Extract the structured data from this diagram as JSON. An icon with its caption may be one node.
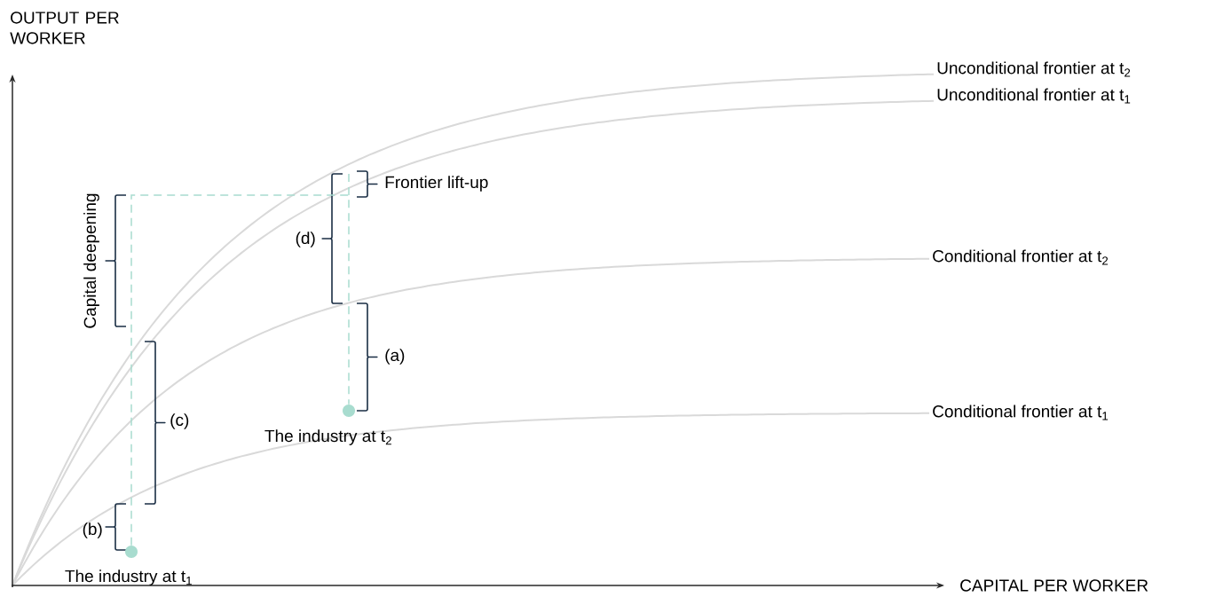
{
  "diagram": {
    "nodes": [
      {
        "text": [],
        "shape": "circle",
        "beside": [
          "The industry at t$_{1}$"
        ]
      },
      {
        "text": [],
        "shape": "circle",
        "beside": [
          "The industry at t$_{2}$"
        ]
      }
    ],
    "edges": [
      {
        "from": 0,
        "to": 1,
        "arrow": "none",
        "style": "dashed",
        "color": "#a8dccf"
      }
    ],
    "labels": [
      "OUTPUT PER WORKER",
      "Unconditional frontier at t$_{2}$",
      "Unconditional frontier at t$_{1}$",
      "Frontier lift-up",
      "Capital deepening",
      "(d)",
      "Conditional frontier at t$_{2}$",
      "(a)",
      "(c)",
      "Conditional frontier at t$_{1}$",
      "(b)",
      "CAPITAL PER WORKER"
    ]
  }
}
